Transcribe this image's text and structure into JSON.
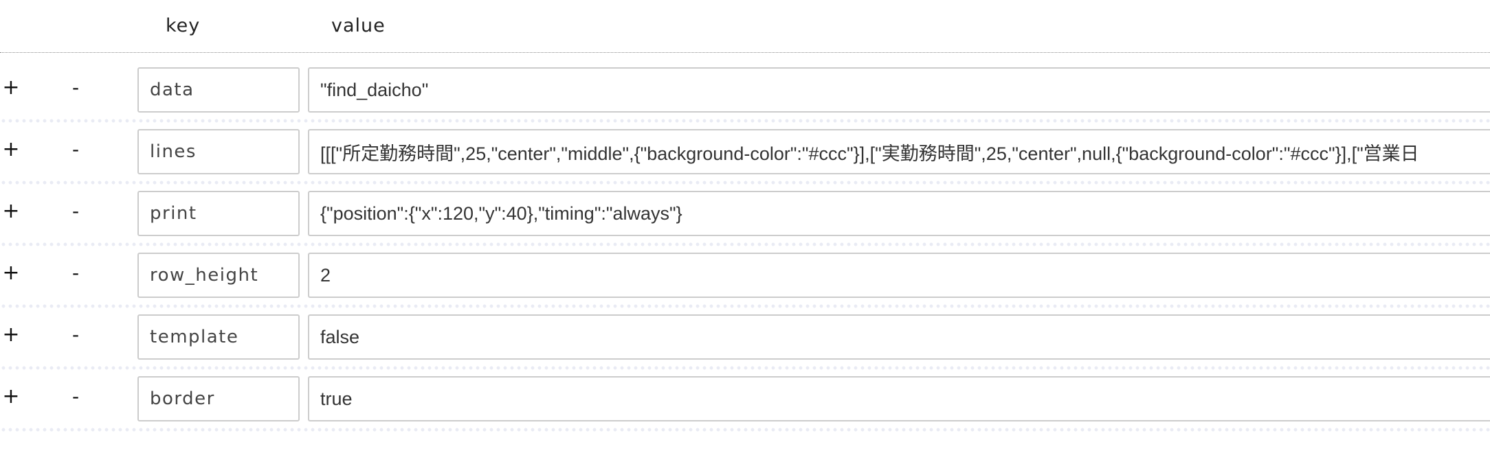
{
  "header": {
    "key_label": "key",
    "value_label": "value"
  },
  "controls": {
    "add_label": "+",
    "remove_label": "-"
  },
  "rows": [
    {
      "key": "data",
      "value": "\"find_daicho\""
    },
    {
      "key": "lines",
      "value": "[[[\"所定勤務時間\",25,\"center\",\"middle\",{\"background-color\":\"#ccc\"}],[\"実勤務時間\",25,\"center\",null,{\"background-color\":\"#ccc\"}],[\"営業日"
    },
    {
      "key": "print",
      "value": "{\"position\":{\"x\":120,\"y\":40},\"timing\":\"always\"}"
    },
    {
      "key": "row_height",
      "value": "2"
    },
    {
      "key": "template",
      "value": "false"
    },
    {
      "key": "border",
      "value": "true"
    }
  ]
}
